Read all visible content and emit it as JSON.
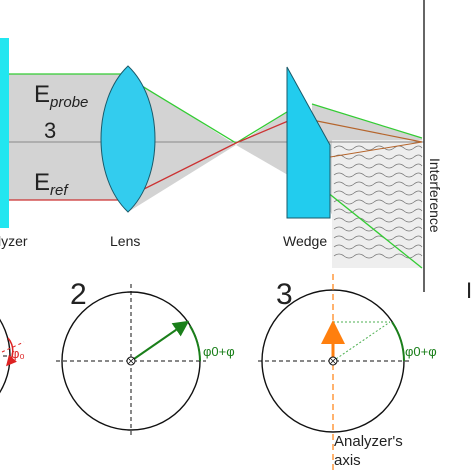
{
  "labels": {
    "analyzer": "lyzer",
    "lens": "Lens",
    "wedge": "Wedge",
    "interference": "Interference",
    "e_probe_main": "E",
    "e_probe_sub": "probe",
    "e_ref_main": "E",
    "e_ref_sub": "ref",
    "center_number": "3",
    "cut_off_right": "I"
  },
  "panels": [
    {
      "number": "",
      "angle_label": "φ₀"
    },
    {
      "number": "2",
      "angle_label": "φ0+φ"
    },
    {
      "number": "3",
      "angle_label": "φ0+φ"
    }
  ],
  "axis_label": {
    "line1": "Analyzer's",
    "line2": "axis"
  },
  "colors": {
    "analyzer": "#22e6f0",
    "lens": "#33ccee",
    "wedge": "#22ccee",
    "probe_beam": "#33cc33",
    "ref_beam": "#cc3333",
    "shaded": "#d3d3d3",
    "green_arrow": "#1a7f1a",
    "orange_arrow": "#ff7f0e",
    "red": "#dd2222",
    "brown_ray": "#b5652c"
  }
}
